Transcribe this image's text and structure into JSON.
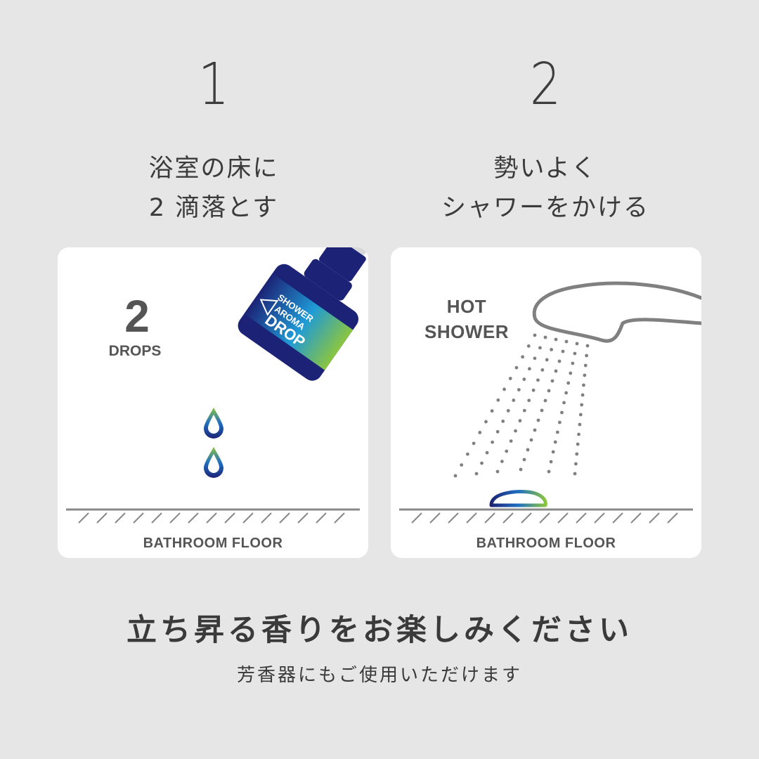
{
  "steps": [
    {
      "number": "1",
      "title_lines": [
        "浴室の床に",
        "2 滴落とす"
      ],
      "panel": {
        "drops_count": "2",
        "drops_label": "DROPS",
        "bottle_text": [
          "SHOWER",
          "AROMA",
          "DROP"
        ],
        "floor_label": "BATHROOM FLOOR"
      }
    },
    {
      "number": "2",
      "title_lines": [
        "勢いよく",
        "シャワーをかける"
      ],
      "panel": {
        "hot_label_lines": [
          "HOT",
          "SHOWER"
        ],
        "floor_label": "BATHROOM FLOOR"
      }
    }
  ],
  "footer": {
    "title": "立ち昇る香りをお楽しみください",
    "subtitle": "芳香器にもご使用いただけます"
  },
  "colors": {
    "background": "#e6e6e6",
    "panel": "#ffffff",
    "text": "#3b3b3b",
    "floor_line": "#888888",
    "navy": "#1c2376",
    "blue": "#1f6fc1",
    "green": "#8bc53f"
  }
}
